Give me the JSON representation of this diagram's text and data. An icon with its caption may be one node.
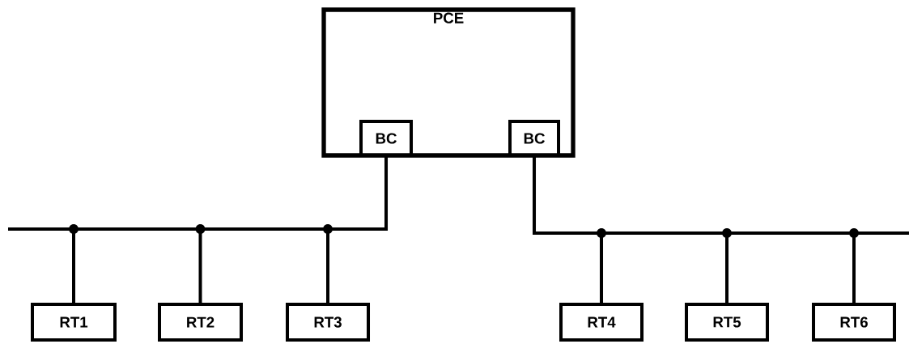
{
  "diagram": {
    "nodes": [
      {
        "text": [
          "PCE"
        ]
      },
      {
        "text": [
          "BC"
        ],
        "in": 0
      },
      {
        "text": [
          "BC"
        ],
        "in": 0
      },
      {
        "text": [
          "RT1"
        ]
      },
      {
        "text": [
          "RT2"
        ]
      },
      {
        "text": [
          "RT3"
        ]
      },
      {
        "text": [
          "RT4"
        ]
      },
      {
        "text": [
          "RT5"
        ]
      },
      {
        "text": [
          "RT6"
        ]
      }
    ],
    "edges": [
      {
        "from": 1,
        "to": 3,
        "arrow": "none"
      },
      {
        "from": 1,
        "to": 4,
        "arrow": "none"
      },
      {
        "from": 1,
        "to": 5,
        "arrow": "none"
      },
      {
        "from": 2,
        "to": 6,
        "arrow": "none"
      },
      {
        "from": 2,
        "to": 7,
        "arrow": "none"
      },
      {
        "from": 2,
        "to": 8,
        "arrow": "none"
      }
    ]
  }
}
